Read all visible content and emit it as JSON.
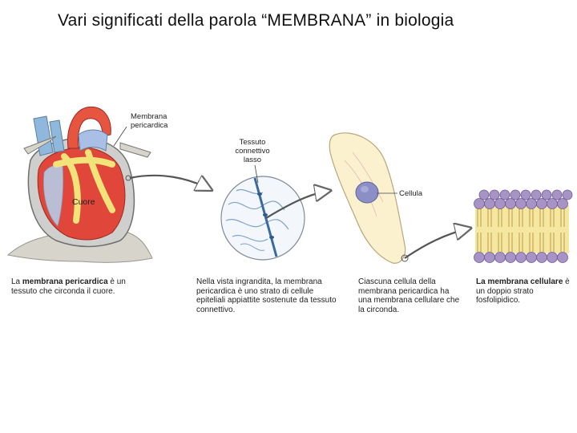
{
  "title": "Vari significati della parola “MEMBRANA” in biologia",
  "labels": {
    "pericardial_membrane": "Membrana pericardica",
    "heart": "Cuore",
    "connective_tissue": "Tessuto connettivo lasso",
    "cell": "Cellula"
  },
  "captions": {
    "heart": {
      "pre": "La ",
      "bold": "membrana pericardica",
      "post": " è un tessuto che circonda il cuore."
    },
    "magnified": {
      "text": "Nella vista ingrandita, la membrana pericardica è uno strato di cellule epiteliali appiattite sostenute da tessuto connettivo."
    },
    "cell": {
      "text": "Ciascuna cellula della membrana pericardica ha una membrana cellulare che la circonda."
    },
    "membrane": {
      "pre": "",
      "bold": "La membrana cellulare",
      "post": " è un doppio strato fosfolipidico."
    }
  },
  "colors": {
    "heart_red": "#e0463a",
    "vessel_blue": "#8fb8dc",
    "pericardium": "#d9d6cc",
    "fat_yellow": "#f2e27a",
    "cell_fill": "#fbf1cf",
    "nucleus": "#8c8fc6",
    "phospholipid_head": "#a893c6",
    "tail_yellow": "#f5e7a0"
  }
}
